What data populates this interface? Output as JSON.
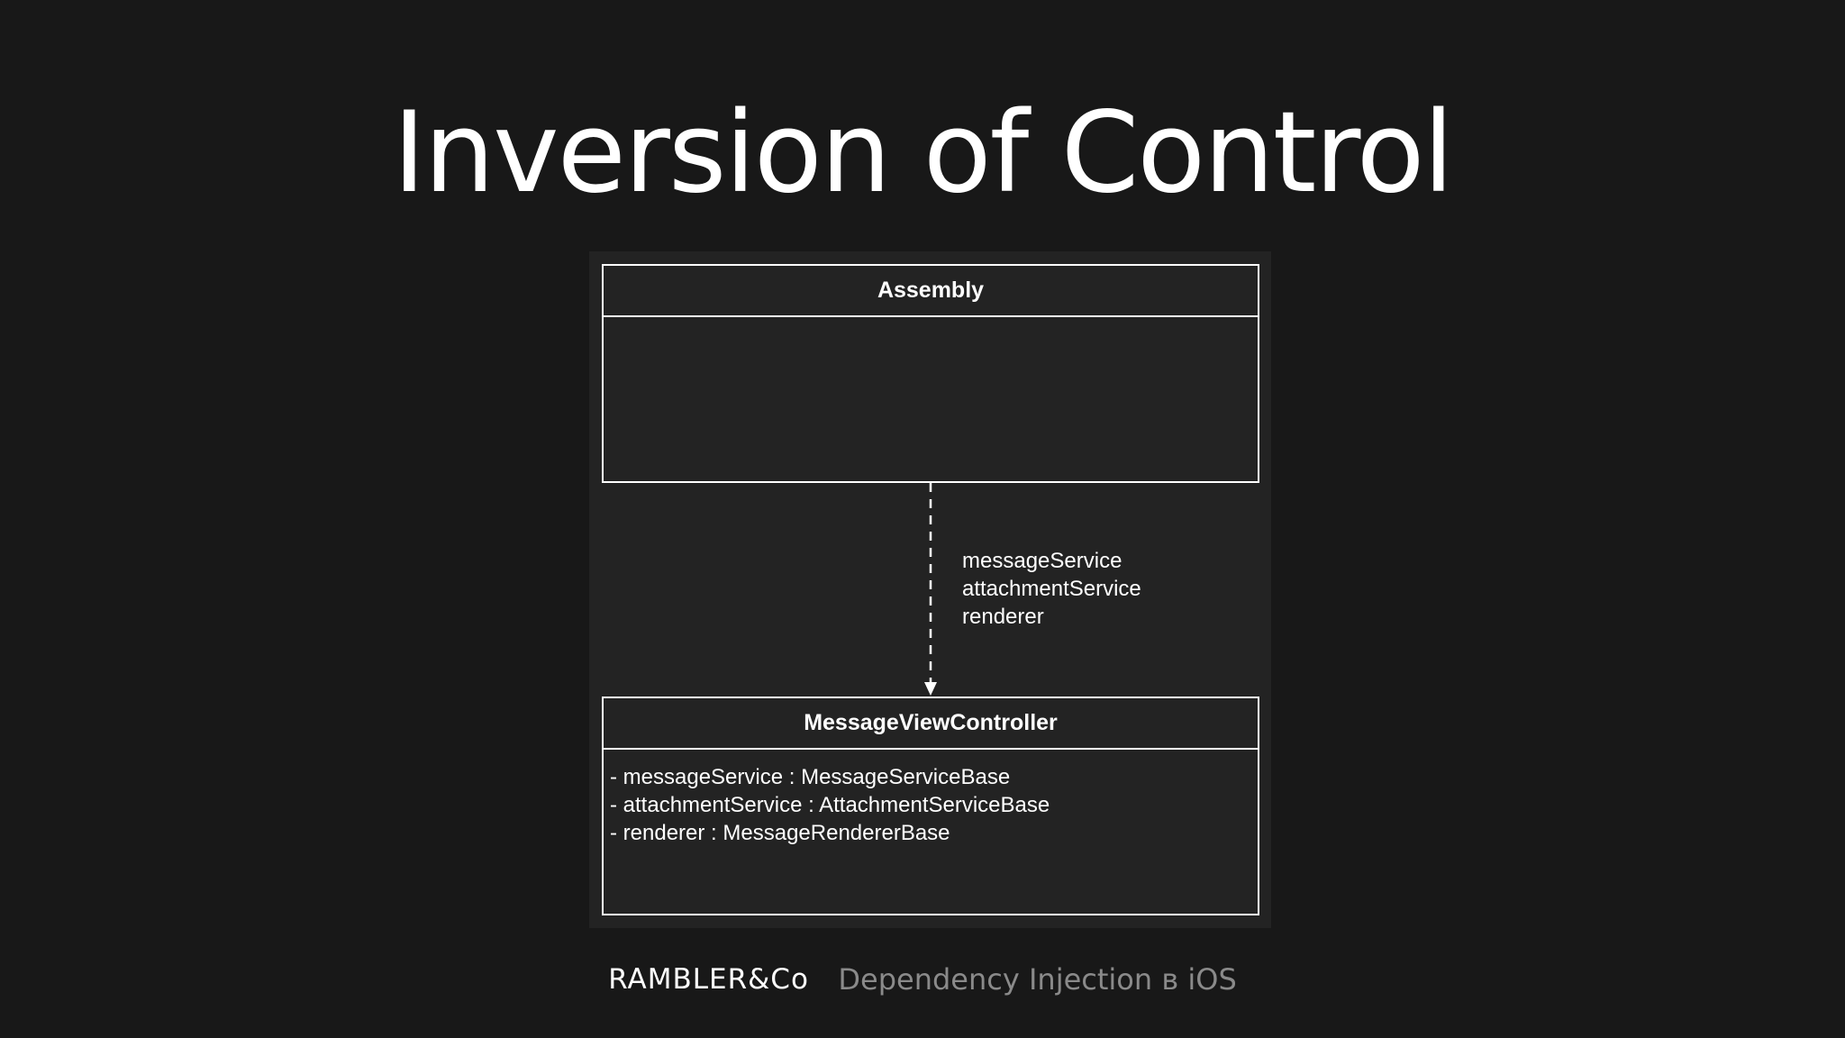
{
  "slide": {
    "title": "Inversion of Control"
  },
  "diagram": {
    "assembly": {
      "name": "Assembly"
    },
    "arrow_labels": [
      "messageService",
      "attachmentService",
      "renderer"
    ],
    "message_view_controller": {
      "name": "MessageViewController",
      "attributes": [
        "- messageService : MessageServiceBase",
        "- attachmentService : AttachmentServiceBase",
        "- renderer : MessageRendererBase"
      ]
    }
  },
  "footer": {
    "logo": "RAMBLER&Co",
    "caption": "Dependency Injection в iOS"
  },
  "colors": {
    "background": "#181818",
    "panel": "#232323",
    "foreground": "#ffffff",
    "caption": "#8a8a8a"
  }
}
